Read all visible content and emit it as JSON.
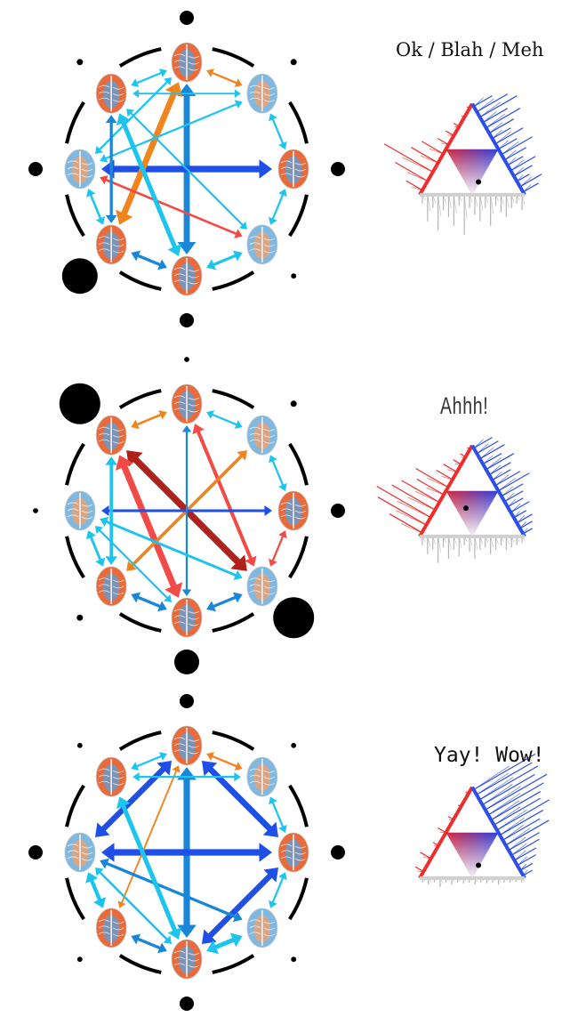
{
  "colors": {
    "blue_strong": "#1f4fe6",
    "blue_mid": "#1a86d9",
    "blue_light": "#1cc4ee",
    "orange": "#f2841e",
    "red": "#f24a46",
    "dark_red": "#b0211a",
    "ring": "#000000",
    "triangle_red": "#ee2d2d",
    "triangle_blue": "#2d4ee8",
    "triangle_gray": "#b5b5b5"
  },
  "icons": {
    "node": "brain-icon",
    "weight": "node-weight-dot"
  },
  "panels": [
    {
      "caption": "Ok / Blah / Meh",
      "node_weights": [
        0.2,
        0.05,
        0.2,
        0.03,
        0.2,
        0.6,
        0.2,
        0.05
      ],
      "node_tint": [
        "warm",
        "cool",
        "warm",
        "cool",
        "warm",
        "warm",
        "cool",
        "warm"
      ],
      "edges": [
        {
          "from": 4,
          "to": 0,
          "w": 0.8,
          "c": "blue_mid"
        },
        {
          "from": 2,
          "to": 6,
          "w": 0.85,
          "c": "blue_strong"
        },
        {
          "from": 5,
          "to": 0,
          "w": 0.8,
          "c": "orange"
        },
        {
          "from": 0,
          "to": 1,
          "w": 0.15,
          "c": "orange"
        },
        {
          "from": 0,
          "to": 7,
          "w": 0.15,
          "c": "blue_light"
        },
        {
          "from": 0,
          "to": 6,
          "w": 0.15,
          "c": "blue_light"
        },
        {
          "from": 1,
          "to": 6,
          "w": 0.15,
          "c": "blue_light"
        },
        {
          "from": 3,
          "to": 4,
          "w": 0.3,
          "c": "blue_light"
        },
        {
          "from": 4,
          "to": 5,
          "w": 0.3,
          "c": "blue_mid"
        },
        {
          "from": 6,
          "to": 3,
          "w": 0.2,
          "c": "red"
        },
        {
          "from": 7,
          "to": 4,
          "w": 0.55,
          "c": "blue_light"
        },
        {
          "from": 7,
          "to": 3,
          "w": 0.15,
          "c": "blue_light"
        },
        {
          "from": 7,
          "to": 5,
          "w": 0.3,
          "c": "blue_mid"
        },
        {
          "from": 1,
          "to": 2,
          "w": 0.15,
          "c": "blue_light"
        },
        {
          "from": 2,
          "to": 3,
          "w": 0.15,
          "c": "blue_light"
        },
        {
          "from": 5,
          "to": 6,
          "w": 0.2,
          "c": "blue_light"
        },
        {
          "from": 7,
          "to": 1,
          "w": 0.1,
          "c": "blue_light"
        }
      ],
      "triangle": {
        "dot": [
          0.62,
          0.72
        ],
        "left_spikes": [
          0.3,
          0.6,
          0.9,
          0.5,
          0.4,
          0.2,
          0.15,
          0.1,
          0.05,
          0.05
        ],
        "right_spikes": [
          0.3,
          0.5,
          0.6,
          0.4,
          0.55,
          0.4,
          0.3,
          0.45,
          0.3,
          0.5,
          0.35,
          0.25,
          0.4,
          0.3,
          0.2,
          0.35,
          0.25
        ],
        "bottom_spikes": [
          0.2,
          0.6,
          0.3,
          0.8,
          0.35,
          0.5,
          0.7,
          0.25,
          0.9,
          0.3,
          0.45,
          0.6,
          0.3,
          0.7,
          0.25,
          0.4,
          0.5,
          0.3,
          0.2,
          0.35
        ]
      }
    },
    {
      "caption": "Ahhh!",
      "node_weights": [
        0.03,
        0.05,
        0.2,
        0.7,
        0.4,
        0.05,
        0.03,
        0.7
      ],
      "node_tint": [
        "warm",
        "cool",
        "warm",
        "cool",
        "warm",
        "warm",
        "cool",
        "warm"
      ],
      "edges": [
        {
          "from": 3,
          "to": 7,
          "w": 0.9,
          "c": "dark_red"
        },
        {
          "from": 7,
          "to": 4,
          "w": 0.85,
          "c": "red"
        },
        {
          "from": 0,
          "to": 3,
          "w": 0.4,
          "c": "red"
        },
        {
          "from": 5,
          "to": 1,
          "w": 0.35,
          "c": "orange"
        },
        {
          "from": 6,
          "to": 2,
          "w": 0.25,
          "c": "blue_strong"
        },
        {
          "from": 0,
          "to": 4,
          "w": 0.15,
          "c": "blue_mid"
        },
        {
          "from": 0,
          "to": 7,
          "w": 0.2,
          "c": "orange"
        },
        {
          "from": 0,
          "to": 1,
          "w": 0.15,
          "c": "blue_light"
        },
        {
          "from": 1,
          "to": 2,
          "w": 0.15,
          "c": "blue_light"
        },
        {
          "from": 2,
          "to": 3,
          "w": 0.15,
          "c": "red"
        },
        {
          "from": 5,
          "to": 6,
          "w": 0.25,
          "c": "blue_light"
        },
        {
          "from": 6,
          "to": 3,
          "w": 0.25,
          "c": "blue_light"
        },
        {
          "from": 4,
          "to": 5,
          "w": 0.3,
          "c": "blue_mid"
        },
        {
          "from": 3,
          "to": 4,
          "w": 0.3,
          "c": "blue_mid"
        },
        {
          "from": 4,
          "to": 6,
          "w": 0.15,
          "c": "blue_light"
        },
        {
          "from": 7,
          "to": 5,
          "w": 0.35,
          "c": "blue_light"
        }
      ],
      "triangle": {
        "dot": [
          0.38,
          0.38
        ],
        "left_spikes": [
          0.6,
          0.9,
          1.0,
          0.8,
          0.7,
          0.5,
          0.6,
          0.3,
          0.25,
          0.15,
          0.1,
          0.05
        ],
        "right_spikes": [
          0.3,
          0.35,
          0.4,
          0.3,
          0.45,
          0.35,
          0.3,
          0.4,
          0.5,
          0.35,
          0.3,
          0.25,
          0.3,
          0.2,
          0.25,
          0.2,
          0.15
        ],
        "bottom_spikes": [
          0.2,
          0.4,
          0.3,
          0.6,
          0.25,
          0.5,
          0.3,
          0.45,
          0.2,
          0.35,
          0.5,
          0.3,
          0.25,
          0.4,
          0.3,
          0.2,
          0.3,
          0.25,
          0.2,
          0.15
        ]
      }
    },
    {
      "caption": "Yay! Wow!",
      "node_weights": [
        0.2,
        0.03,
        0.2,
        0.03,
        0.2,
        0.03,
        0.2,
        0.03
      ],
      "node_tint": [
        "warm",
        "cool",
        "warm",
        "cool",
        "warm",
        "warm",
        "cool",
        "warm"
      ],
      "edges": [
        {
          "from": 4,
          "to": 0,
          "w": 0.85,
          "c": "blue_mid"
        },
        {
          "from": 2,
          "to": 6,
          "w": 0.85,
          "c": "blue_strong"
        },
        {
          "from": 0,
          "to": 2,
          "w": 0.8,
          "c": "blue_strong"
        },
        {
          "from": 0,
          "to": 6,
          "w": 0.75,
          "c": "blue_strong"
        },
        {
          "from": 4,
          "to": 2,
          "w": 0.75,
          "c": "blue_strong"
        },
        {
          "from": 0,
          "to": 1,
          "w": 0.15,
          "c": "orange"
        },
        {
          "from": 0,
          "to": 7,
          "w": 0.15,
          "c": "blue_light"
        },
        {
          "from": 5,
          "to": 0,
          "w": 0.1,
          "c": "orange"
        },
        {
          "from": 6,
          "to": 3,
          "w": 0.3,
          "c": "blue_mid"
        },
        {
          "from": 3,
          "to": 4,
          "w": 0.55,
          "c": "blue_light"
        },
        {
          "from": 7,
          "to": 4,
          "w": 0.55,
          "c": "blue_light"
        },
        {
          "from": 1,
          "to": 2,
          "w": 0.15,
          "c": "blue_light"
        },
        {
          "from": 2,
          "to": 3,
          "w": 0.15,
          "c": "blue_light"
        },
        {
          "from": 5,
          "to": 6,
          "w": 0.45,
          "c": "blue_light"
        },
        {
          "from": 7,
          "to": 1,
          "w": 0.15,
          "c": "blue_light"
        },
        {
          "from": 4,
          "to": 6,
          "w": 0.2,
          "c": "blue_light"
        },
        {
          "from": 4,
          "to": 5,
          "w": 0.3,
          "c": "blue_mid"
        }
      ],
      "triangle": {
        "dot": [
          0.62,
          0.72
        ],
        "left_spikes": [
          0.15,
          0.2,
          0.1,
          0.15,
          0.1,
          0.05,
          0.05
        ],
        "right_spikes": [
          1.0,
          0.9,
          0.95,
          0.85,
          1.0,
          0.9,
          0.8,
          0.75,
          0.85,
          0.7,
          0.6,
          0.7,
          0.5,
          0.45,
          0.35,
          0.3,
          0.2,
          0.15
        ],
        "bottom_spikes": [
          0.1,
          0.15,
          0.1,
          0.2,
          0.1,
          0.15,
          0.1,
          0.12,
          0.1,
          0.15,
          0.1,
          0.12,
          0.1,
          0.15,
          0.1,
          0.1,
          0.08,
          0.1
        ]
      }
    }
  ]
}
